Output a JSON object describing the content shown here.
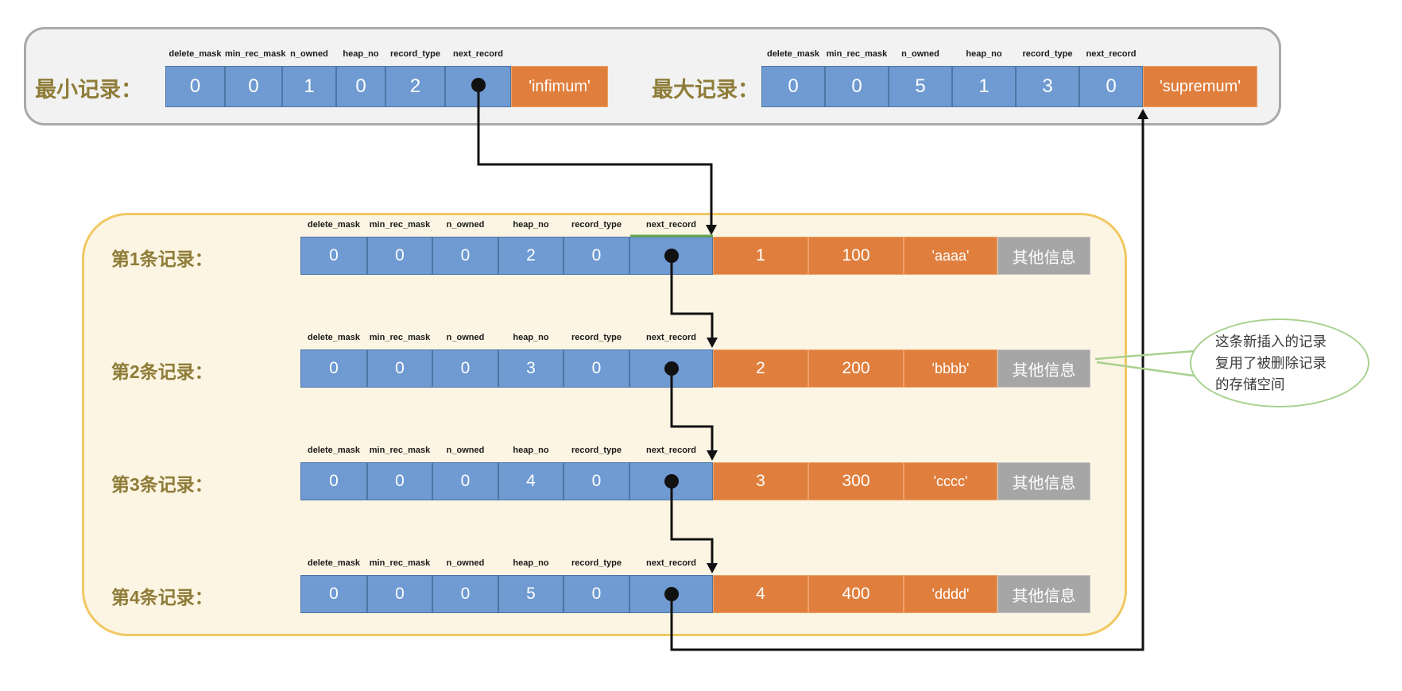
{
  "field_headers": [
    "delete_mask",
    "min_rec_mask",
    "n_owned",
    "heap_no",
    "record_type",
    "next_record"
  ],
  "top_panel": {
    "min_record": {
      "label": "最小记录：",
      "values": [
        "0",
        "0",
        "1",
        "0",
        "2",
        ""
      ],
      "tail": "'infimum'"
    },
    "max_record": {
      "label": "最大记录：",
      "values": [
        "0",
        "0",
        "5",
        "1",
        "3",
        "0"
      ],
      "tail": "'supremum'"
    }
  },
  "records": {
    "rows": [
      {
        "label": "第1条记录：",
        "fixed": [
          "0",
          "0",
          "0",
          "2",
          "0",
          ""
        ],
        "data": [
          "1",
          "100",
          "'aaaa'"
        ],
        "extra": "其他信息"
      },
      {
        "label": "第2条记录：",
        "fixed": [
          "0",
          "0",
          "0",
          "3",
          "0",
          ""
        ],
        "data": [
          "2",
          "200",
          "'bbbb'"
        ],
        "extra": "其他信息"
      },
      {
        "label": "第3条记录：",
        "fixed": [
          "0",
          "0",
          "0",
          "4",
          "0",
          ""
        ],
        "data": [
          "3",
          "300",
          "'cccc'"
        ],
        "extra": "其他信息"
      },
      {
        "label": "第4条记录：",
        "fixed": [
          "0",
          "0",
          "0",
          "5",
          "0",
          ""
        ],
        "data": [
          "4",
          "400",
          "'dddd'"
        ],
        "extra": "其他信息"
      }
    ]
  },
  "callout": {
    "line1": "这条新插入的记录",
    "line2": "复用了被删除记录",
    "line3": "的存储空间"
  },
  "colors": {
    "cell_blue": "#6f9ad2",
    "cell_orange": "#e07f3d",
    "cell_gray": "#a6a6a6",
    "panel_gray": "#f2f2f2",
    "panel_cream": "#fdf5e3",
    "panel_gold_border": "#f1c862",
    "label_olive": "#8e7c38",
    "callout_green": "#a9d18e",
    "arrow_black": "#111111",
    "highlight_green": "#6aa84f"
  }
}
